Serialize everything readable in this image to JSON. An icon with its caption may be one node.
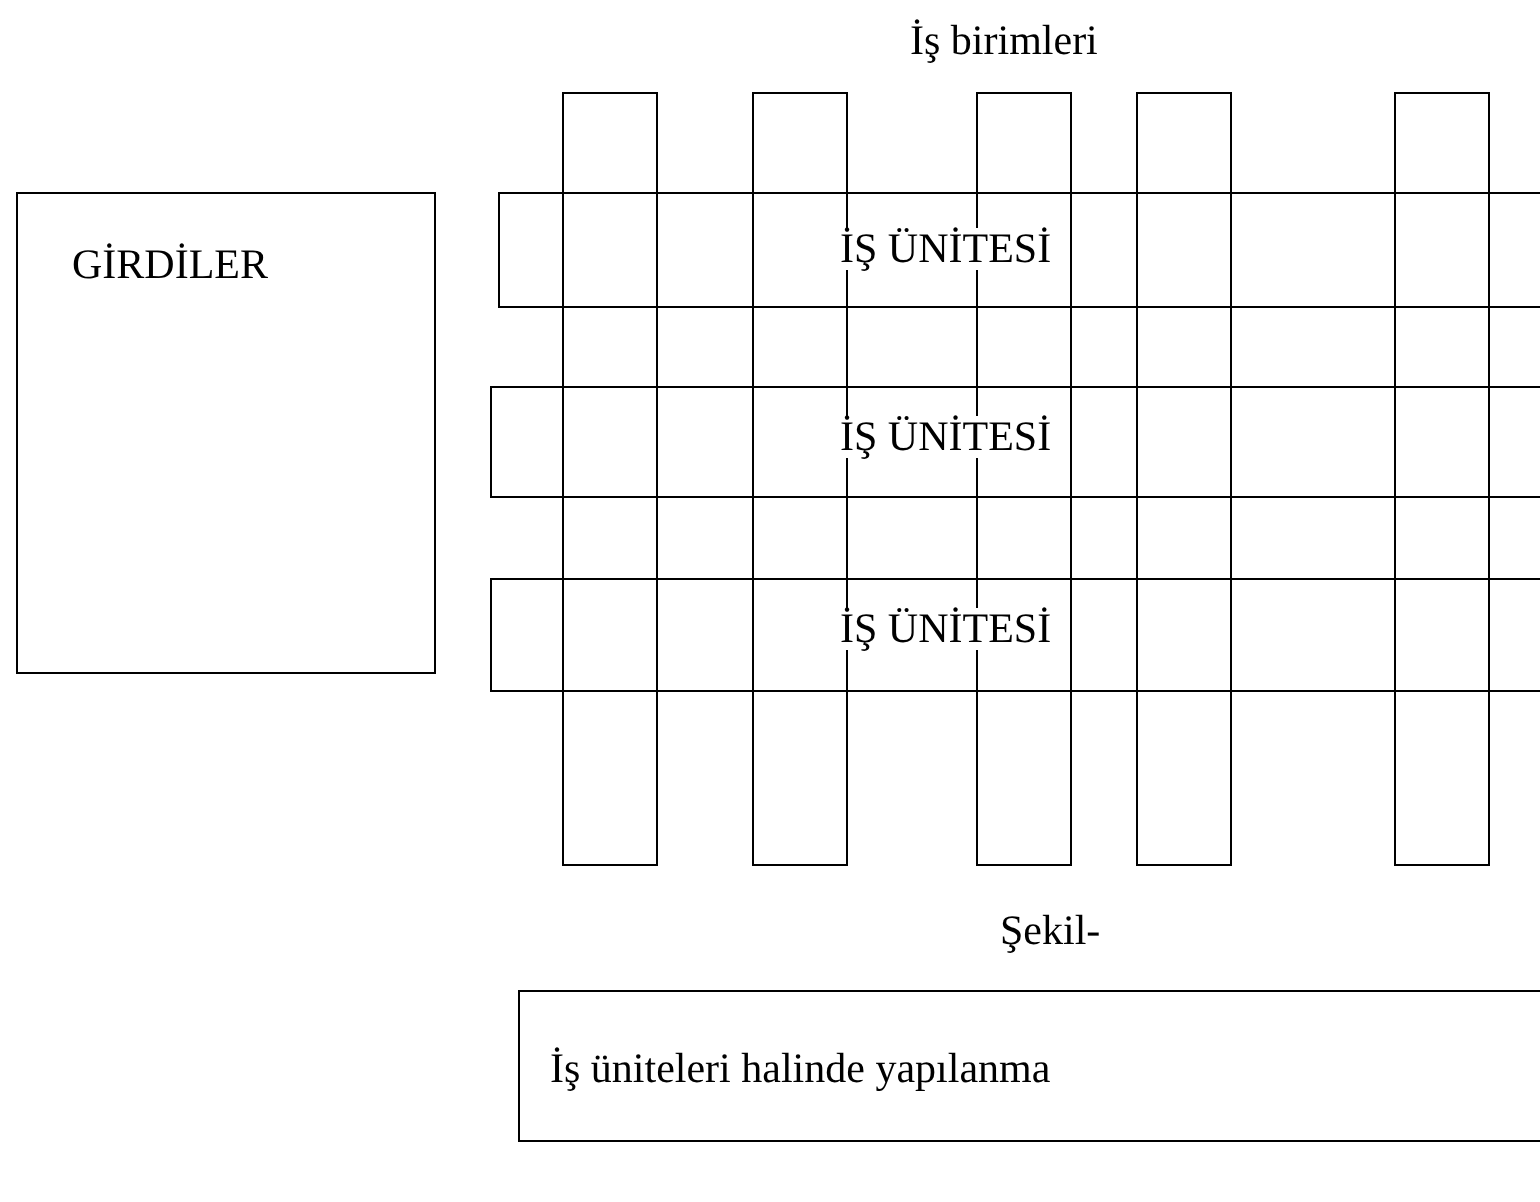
{
  "diagram": {
    "nodes": [
      {
        "text": [
          "GİRDİLER"
        ]
      },
      {
        "text": [
          "İŞ ÜNİTESİ"
        ]
      },
      {
        "text": [
          "İŞ ÜNİTESİ"
        ]
      },
      {
        "text": [
          "İŞ ÜNİTESİ"
        ]
      },
      {
        "text": [],
        "shape": "bar"
      },
      {
        "text": [],
        "shape": "bar"
      },
      {
        "text": [],
        "shape": "bar"
      },
      {
        "text": [],
        "shape": "bar"
      },
      {
        "text": [],
        "shape": "bar"
      },
      {
        "text": [
          "İş üniteleri halinde yapılanma"
        ]
      }
    ],
    "labels": [
      "İş birimleri",
      "Şekil-"
    ]
  }
}
